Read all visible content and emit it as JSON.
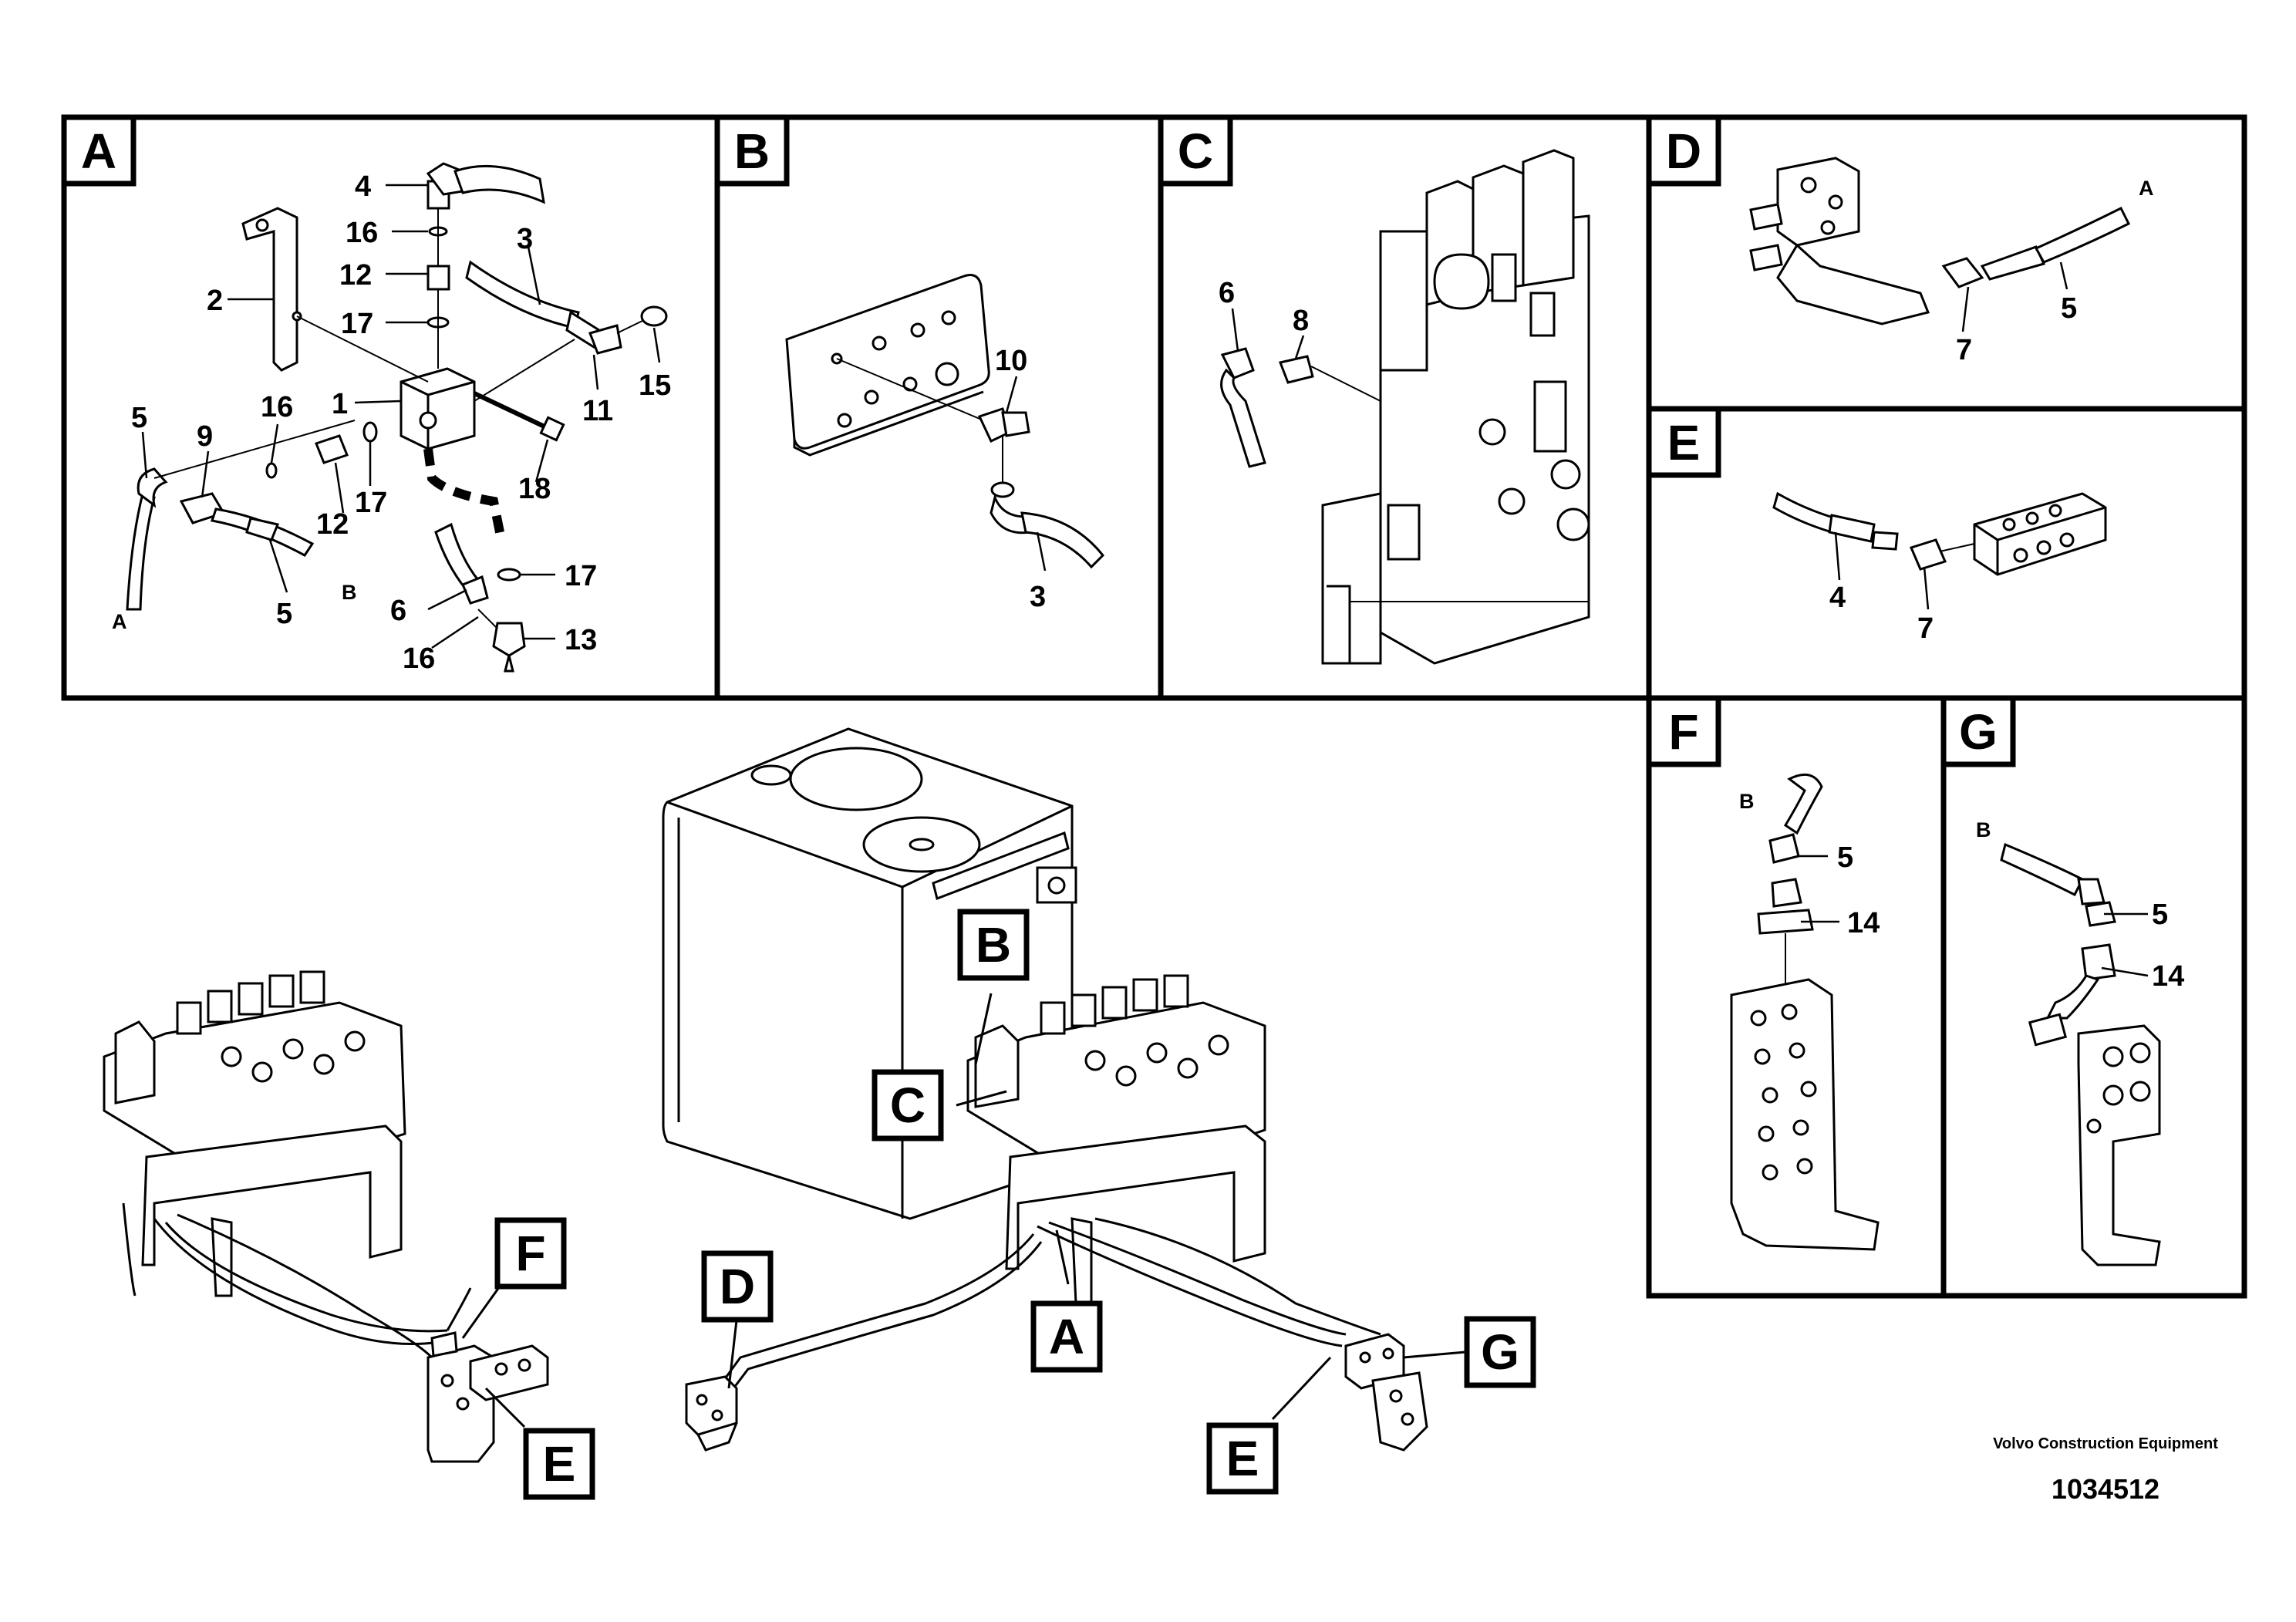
{
  "panels": [
    {
      "id": "A",
      "label": "A"
    },
    {
      "id": "B",
      "label": "B"
    },
    {
      "id": "C",
      "label": "C"
    },
    {
      "id": "D",
      "label": "D"
    },
    {
      "id": "E",
      "label": "E"
    },
    {
      "id": "F",
      "label": "F"
    },
    {
      "id": "G",
      "label": "G"
    }
  ],
  "callouts": {
    "A": [
      {
        "id": "a4",
        "text": "4"
      },
      {
        "id": "a16a",
        "text": "16"
      },
      {
        "id": "a3",
        "text": "3"
      },
      {
        "id": "a12a",
        "text": "12"
      },
      {
        "id": "a2",
        "text": "2"
      },
      {
        "id": "a17a",
        "text": "17"
      },
      {
        "id": "a11",
        "text": "11"
      },
      {
        "id": "a15",
        "text": "15"
      },
      {
        "id": "a1",
        "text": "1"
      },
      {
        "id": "a5a",
        "text": "5"
      },
      {
        "id": "a9",
        "text": "9"
      },
      {
        "id": "a16b",
        "text": "16"
      },
      {
        "id": "a12b",
        "text": "12"
      },
      {
        "id": "a17b",
        "text": "17"
      },
      {
        "id": "a18",
        "text": "18"
      },
      {
        "id": "a17c",
        "text": "17"
      },
      {
        "id": "a6",
        "text": "6"
      },
      {
        "id": "a13",
        "text": "13"
      },
      {
        "id": "a16c",
        "text": "16"
      },
      {
        "id": "a5b",
        "text": "5"
      },
      {
        "id": "aA",
        "text": "A"
      },
      {
        "id": "aB",
        "text": "B"
      }
    ],
    "B": [
      {
        "id": "b10",
        "text": "10"
      },
      {
        "id": "b3",
        "text": "3"
      }
    ],
    "C": [
      {
        "id": "c6",
        "text": "6"
      },
      {
        "id": "c8",
        "text": "8"
      }
    ],
    "D": [
      {
        "id": "dA",
        "text": "A"
      },
      {
        "id": "d5",
        "text": "5"
      },
      {
        "id": "d7",
        "text": "7"
      }
    ],
    "E": [
      {
        "id": "e4",
        "text": "4"
      },
      {
        "id": "e7",
        "text": "7"
      }
    ],
    "F": [
      {
        "id": "fB",
        "text": "B"
      },
      {
        "id": "f5",
        "text": "5"
      },
      {
        "id": "f14",
        "text": "14"
      }
    ],
    "G": [
      {
        "id": "gB",
        "text": "B"
      },
      {
        "id": "g5",
        "text": "5"
      },
      {
        "id": "g14",
        "text": "14"
      }
    ]
  },
  "overview_tags": [
    {
      "id": "ovB",
      "text": "B"
    },
    {
      "id": "ovC",
      "text": "C"
    },
    {
      "id": "ovA",
      "text": "A"
    },
    {
      "id": "ovD",
      "text": "D"
    },
    {
      "id": "ovF",
      "text": "F"
    },
    {
      "id": "ovE1",
      "text": "E"
    },
    {
      "id": "ovE2",
      "text": "E"
    },
    {
      "id": "ovG",
      "text": "G"
    }
  ],
  "footer": {
    "company": "Volvo Construction Equipment",
    "doc_number": "1034512"
  }
}
